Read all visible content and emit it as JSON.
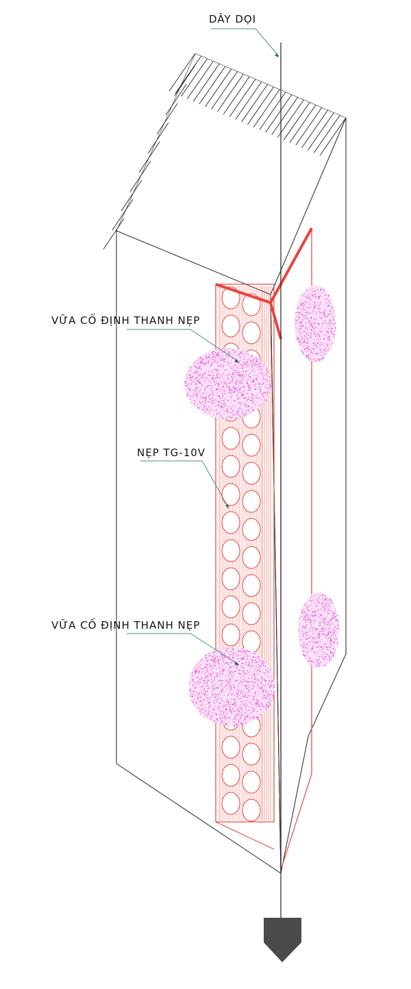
{
  "labels": {
    "plumb_line": "DÂY DỌI",
    "mortar_top": "VỮA CỐ ĐỊNH THANH NẸP",
    "bead": "NẸP TG-10V",
    "mortar_bottom": "VỮA CỐ ĐỊNH THANH NẸP"
  },
  "colors": {
    "line": "#222222",
    "bead": "#e8433c",
    "mortar": "#e040d0",
    "leader": "#4a8a8a",
    "bob": "#4a4a4a"
  }
}
